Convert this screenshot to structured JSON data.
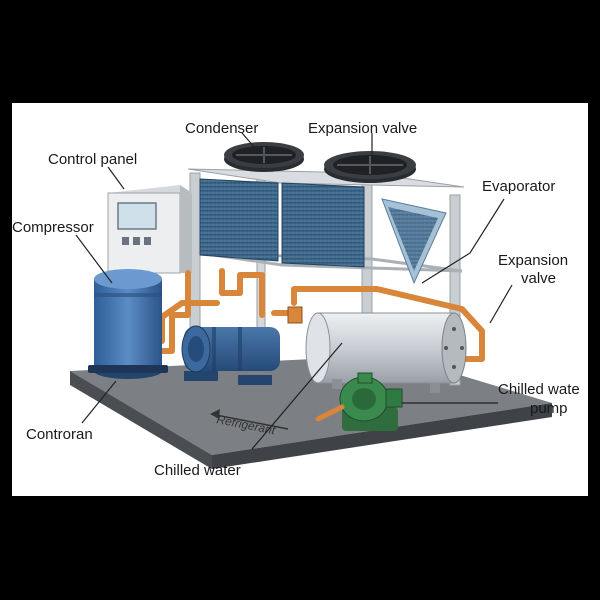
{
  "labels": {
    "condenser": "Condenser",
    "expansion_valve_top": "Expansion valve",
    "control_panel": "Control panel",
    "evaporator": "Evaporator",
    "compressor": "Compressor",
    "expansion_valve_right_line1": "Expansion",
    "expansion_valve_right_line2": "valve",
    "chilled_water_pump_line1": "Chilled wate",
    "chilled_water_pump_line2": "pump",
    "controran": "Controran",
    "chilled_water": "Chilled water",
    "refrigerant": "Refrigerant"
  },
  "colors": {
    "background": "#000000",
    "panel": "#ffffff",
    "base": "#5a5d62",
    "frame": "#b9bec4",
    "coil": "#3f6f96",
    "compressor": "#3c6ea8",
    "pipe": "#d7863a",
    "pump": "#3a8a4e",
    "evaporator_shell": "#c7ccd2"
  }
}
